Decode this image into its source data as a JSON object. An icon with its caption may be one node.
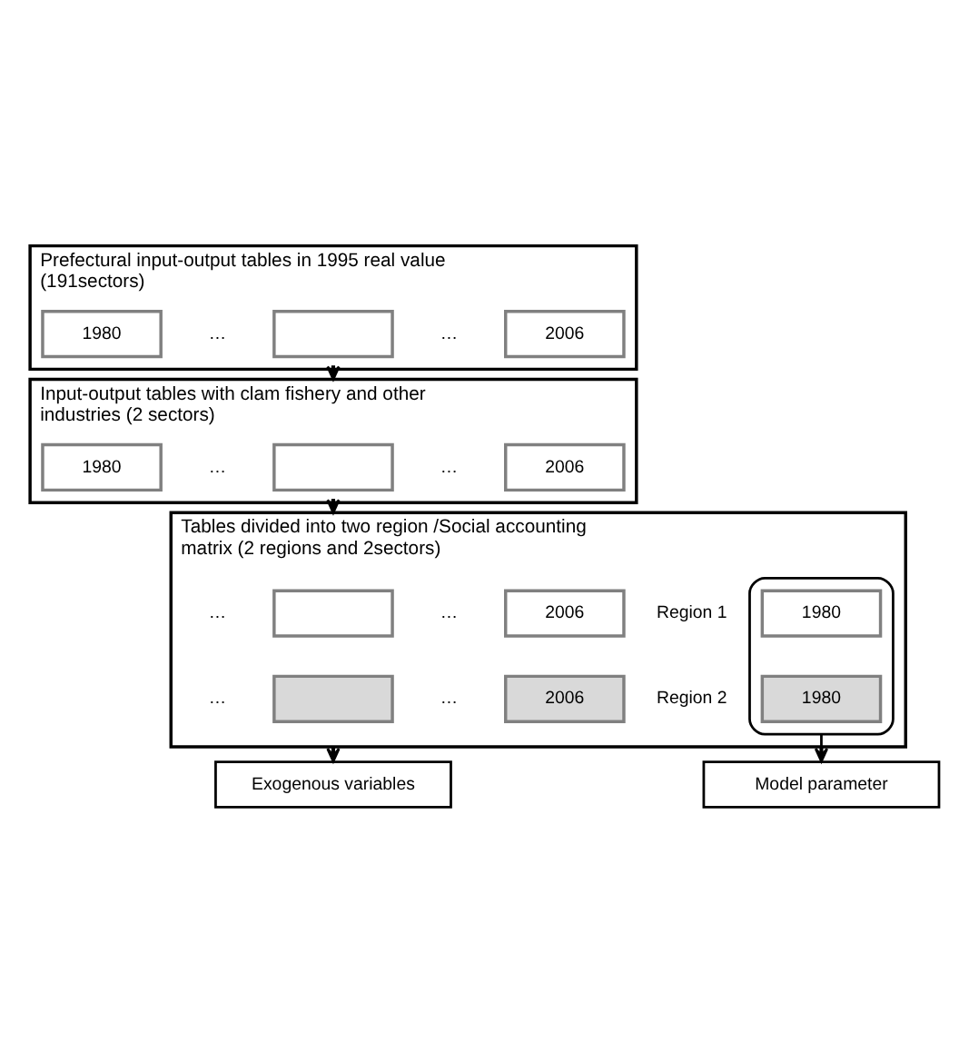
{
  "diagram": {
    "nodes": [
      {
        "text": [
          "Prefectural input-output tables in 1995 real value (191sectors)"
        ]
      },
      {
        "text": [
          "1980"
        ],
        "in": 0
      },
      {
        "text": [],
        "shape": "box",
        "in": 0
      },
      {
        "text": [
          "2006"
        ],
        "in": 0
      },
      {
        "text": [
          "Input-output tables with clam fishery and other industries (2 sectors)"
        ]
      },
      {
        "text": [
          "1980"
        ],
        "in": 4
      },
      {
        "text": [],
        "shape": "box",
        "in": 4
      },
      {
        "text": [
          "2006"
        ],
        "in": 4
      },
      {
        "text": [
          "Tables divided into two region /Social accounting matrix (2 regions and 2sectors)"
        ]
      },
      {
        "text": [],
        "shape": "box",
        "in": 8
      },
      {
        "text": [
          "1980"
        ],
        "in": 9
      },
      {
        "text": [
          "1980"
        ],
        "in": 9
      },
      {
        "text": [],
        "shape": "box",
        "in": 8
      },
      {
        "text": [
          "2006"
        ],
        "in": 8
      },
      {
        "text": [],
        "shape": "box",
        "in": 8
      },
      {
        "text": [
          "2006"
        ],
        "in": 8
      },
      {
        "text": [
          "Model parameter"
        ]
      },
      {
        "text": [
          "Exogenous variables"
        ]
      }
    ],
    "edges": [
      {
        "from": 0,
        "to": 4,
        "arrow": "to"
      },
      {
        "from": 4,
        "to": 8,
        "arrow": "to"
      },
      {
        "from": 9,
        "to": 16,
        "arrow": "to"
      },
      {
        "from": 8,
        "to": 17,
        "arrow": "to"
      }
    ],
    "labels": [
      "…",
      "…",
      "…",
      "…",
      "Region 1",
      "…",
      "…",
      "Region 2",
      "…",
      "…"
    ]
  }
}
